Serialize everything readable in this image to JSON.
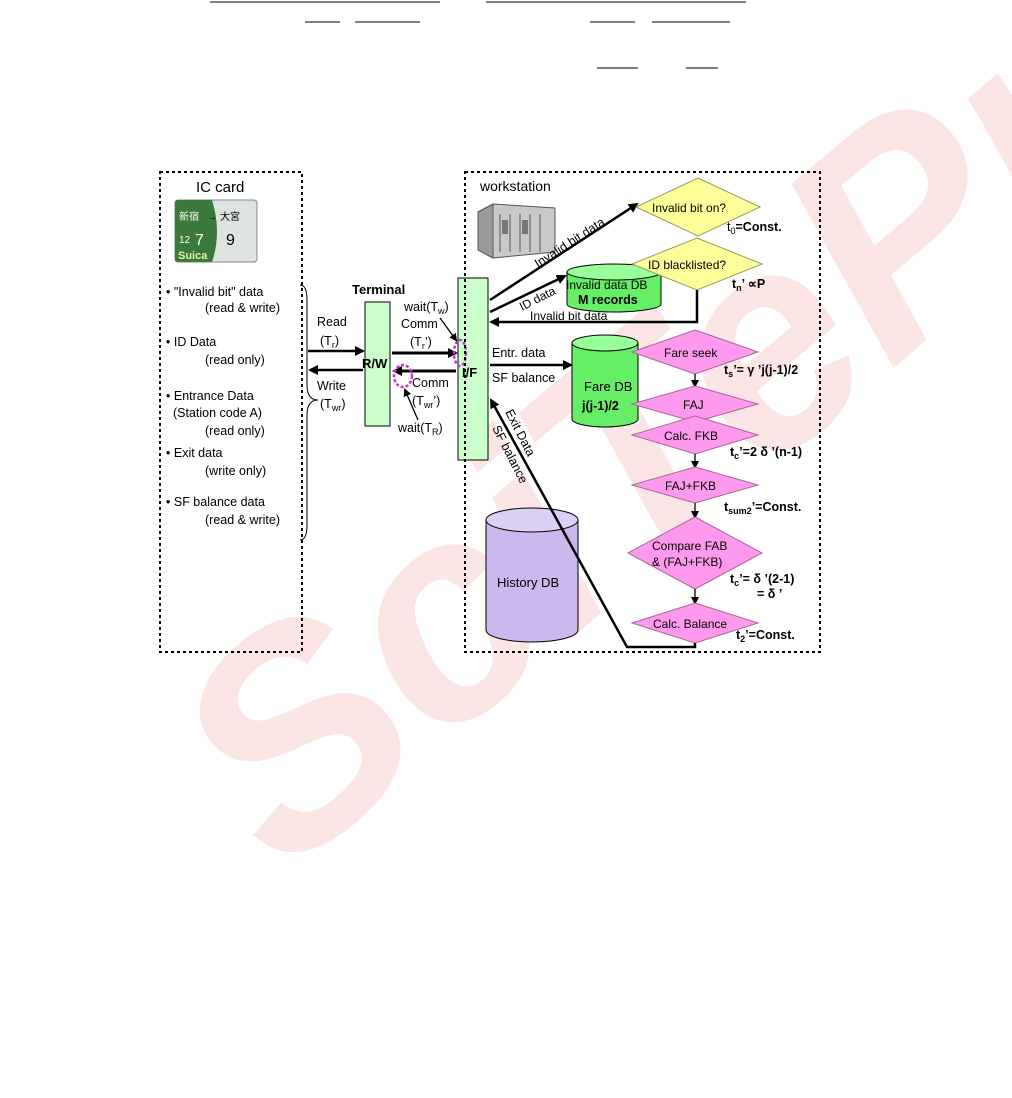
{
  "colors": {
    "green_fill": "#ccffcc",
    "db_green": "#66ee66",
    "diamond_yellow": "#ffff99",
    "diamond_pink": "#ff99ee",
    "history_db": "#ccb8ee",
    "wait_marker": "#cc33cc",
    "watermark_red": "#ee3333",
    "watermark_orange": "#ffaa44"
  },
  "ic_card": {
    "title": "IC card",
    "card_route_from": "新宿",
    "card_route_to": "大宮",
    "card_date_month": "7",
    "card_date_day": "9",
    "card_date_year": "12",
    "card_brand": "Suica",
    "items": [
      {
        "label": "\"Invalid bit\" data",
        "mode": "(read & write)"
      },
      {
        "label": "ID Data",
        "mode": "(read only)"
      },
      {
        "label": "Entrance Data",
        "sub": "(Station code A)",
        "mode": "(read only)"
      },
      {
        "label": "Exit data",
        "mode": "(write only)"
      },
      {
        "label": "SF balance data",
        "mode": "(read & write)"
      }
    ]
  },
  "terminal": {
    "title": "Terminal",
    "rw_label": "R/W",
    "if_label": "I/F",
    "read": "Read",
    "read_t": "(T",
    "read_sub": "r",
    "write": "Write",
    "write_t": "(T",
    "write_sub": "wr",
    "wait_w": "wait(T",
    "wait_w_sub": "w",
    "comm_top": "Comm",
    "comm_top_t": "(T",
    "comm_top_sub": "r",
    "comm_bottom": "Comm",
    "comm_bottom_t": "(T",
    "comm_bottom_sub": "wr",
    "wait_r": "wait(T",
    "wait_r_sub": "R"
  },
  "workstation": {
    "title": "workstation",
    "arrows": {
      "invalid_bit_data_up": "Invalid bit data",
      "id_data": "ID data",
      "invalid_bit_data_back": "Invalid bit data",
      "entr_data": "Entr. data",
      "sf_balance": "SF balance",
      "exit_data": "Exit Data",
      "sf_balance_2": "SF balance"
    },
    "invalid_db": {
      "line1": "Invalid data DB",
      "line2": "M records"
    },
    "fare_db": {
      "line1": "Fare DB",
      "line2": "j(j-1)/2"
    },
    "history_db": "History DB",
    "steps": {
      "invalid_bit": "Invalid bit on?",
      "blacklisted": "ID blacklisted?",
      "fare_seek": "Fare seek",
      "faj": "FAJ",
      "calc_fkb": "Calc. FKB",
      "faj_fkb": "FAJ+FKB",
      "compare_1": "Compare FAB",
      "compare_2": "& (FAJ+FKB)",
      "calc_balance": "Calc. Balance"
    },
    "timings": {
      "t0": "=Const.",
      "t0_sub": "0",
      "tn": "’ ∝P",
      "tn_sub": "n",
      "ts": "’= γ ’j(j-1)/2",
      "ts_sub": "s",
      "tc": "’=2 δ ’(n-1)",
      "tc_sub": "c",
      "tsum2": "’=Const.",
      "tsum2_sub": "sum2",
      "tcp": "’= δ ’(2-1)",
      "tcp_sub": "c",
      "tcp2": "= δ ’",
      "t2": "’=Const.",
      "t2_sub": "2"
    }
  }
}
